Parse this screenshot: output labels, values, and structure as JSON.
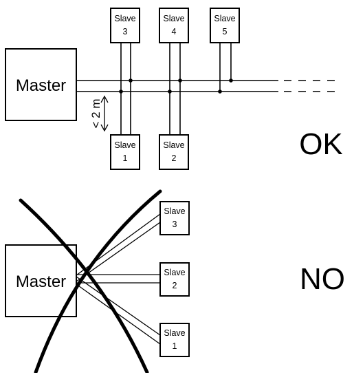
{
  "ok_diagram": {
    "master_label": "Master",
    "slave_word": "Slave",
    "slaves": [
      {
        "number": "3"
      },
      {
        "number": "4"
      },
      {
        "number": "5"
      },
      {
        "number": "1"
      },
      {
        "number": "2"
      }
    ],
    "distance_label": "< 2 m",
    "verdict": "OK"
  },
  "no_diagram": {
    "master_label": "Master",
    "slave_word": "Slave",
    "slaves": [
      {
        "number": "3"
      },
      {
        "number": "2"
      },
      {
        "number": "1"
      }
    ],
    "verdict": "NO"
  }
}
